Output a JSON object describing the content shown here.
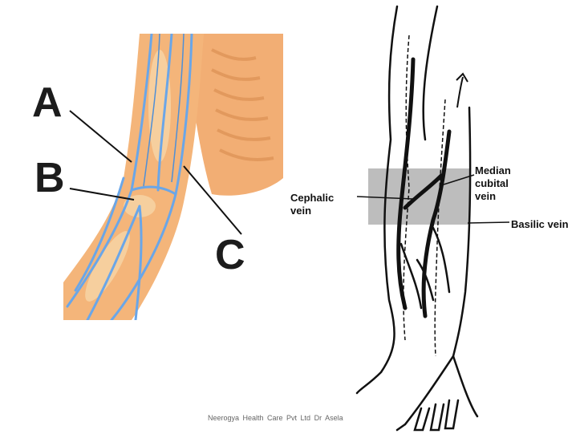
{
  "left_figure": {
    "labels": {
      "a": "A",
      "b": "B",
      "c": "C"
    }
  },
  "right_figure": {
    "labels": {
      "cephalic": "Cephalic\nvein",
      "median_cubital": "Median\ncubital\nvein",
      "basilic": "Basilic vein"
    }
  },
  "footer": {
    "text": "Neerogya Health Care Pvt Ltd   Dr Asela"
  },
  "colors": {
    "skin": "#f4b57a",
    "vein": "#6aa6e8",
    "label_box": "#bdbdbd"
  }
}
